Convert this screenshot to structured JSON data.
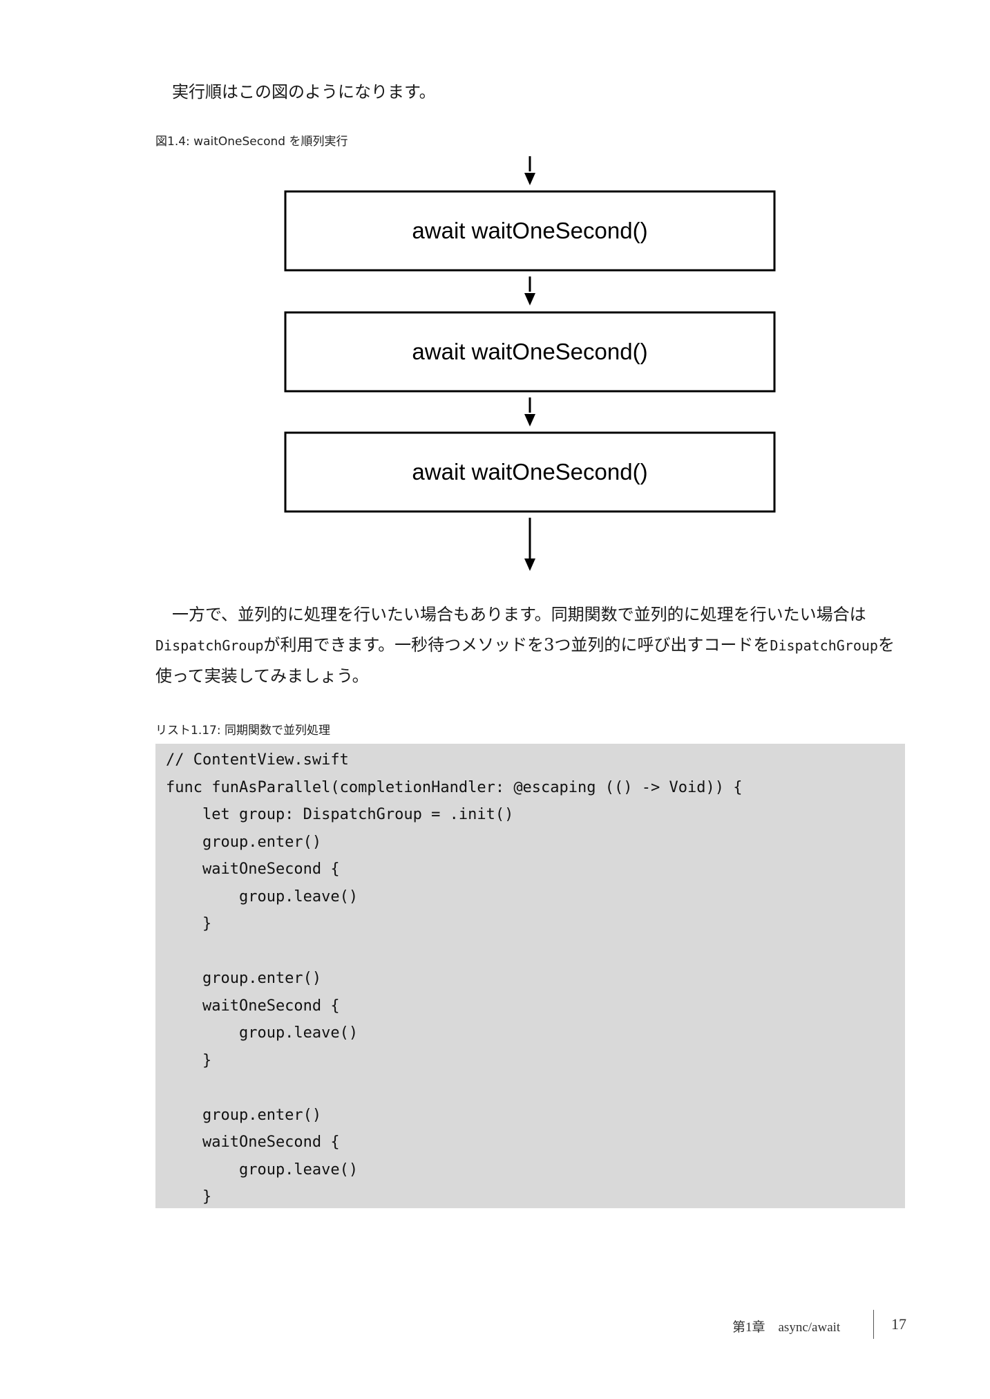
{
  "intro_text": "実行順はこの図のようになります。",
  "figure": {
    "caption": "図1.4: waitOneSecond を順列実行",
    "steps": [
      "await waitOneSecond()",
      "await waitOneSecond()",
      "await waitOneSecond()"
    ]
  },
  "body_paragraph": {
    "part1": "一方で、並列的に処理を行いたい場合もあります。同期関数で並列的に処理を行いたい場合は",
    "code1": "DispatchGroup",
    "part2": "が利用できます。一秒待つメソッドを3つ並列的に呼び出すコードを",
    "code2": "DispatchGroup",
    "part3": "を使って実装してみましょう。"
  },
  "listing": {
    "caption": "リスト1.17: 同期関数で並列処理",
    "lines": [
      "// ContentView.swift",
      "func funAsParallel(completionHandler: @escaping (() -> Void)) {",
      "    let group: DispatchGroup = .init()",
      "    group.enter()",
      "    waitOneSecond {",
      "        group.leave()",
      "    }",
      "",
      "    group.enter()",
      "    waitOneSecond {",
      "        group.leave()",
      "    }",
      "",
      "    group.enter()",
      "    waitOneSecond {",
      "        group.leave()",
      "    }"
    ]
  },
  "footer": {
    "chapter": "第1章　async/await",
    "page_number": "17"
  }
}
